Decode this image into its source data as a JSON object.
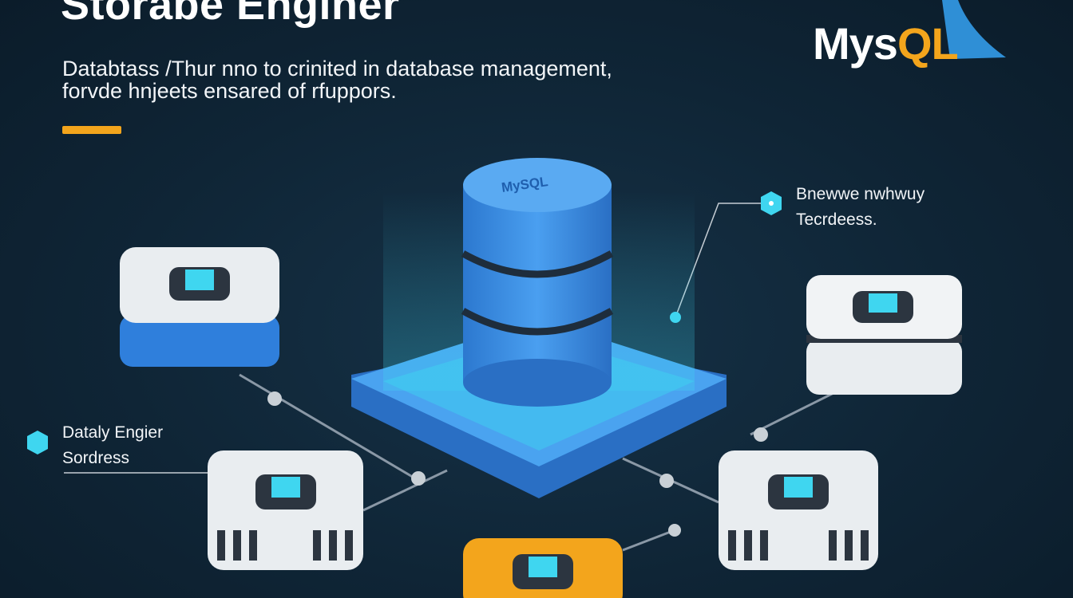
{
  "header": {
    "title": "Storabe Enginer",
    "subtitle_lines": [
      "Databtass /Thur nno to crinited in database management,",
      "forvde hnjeets ensared of rfuppors."
    ]
  },
  "logo": {
    "text_main": "Mys",
    "text_accent": "QL",
    "brand_color": "#f3a51c",
    "dolphin_color": "#2f8fd6"
  },
  "central": {
    "cylinder_label": "MySQL"
  },
  "callouts": [
    {
      "lines": [
        "Bnewwe nwhwuy",
        "Tecrdeess."
      ]
    },
    {
      "lines": [
        "Dataly Engier",
        "Sordress"
      ]
    }
  ],
  "colors": {
    "background": "#0f2536",
    "accent_cyan": "#3fd6f0",
    "primary_blue": "#3a8ee6",
    "orange": "#f3a51c"
  }
}
